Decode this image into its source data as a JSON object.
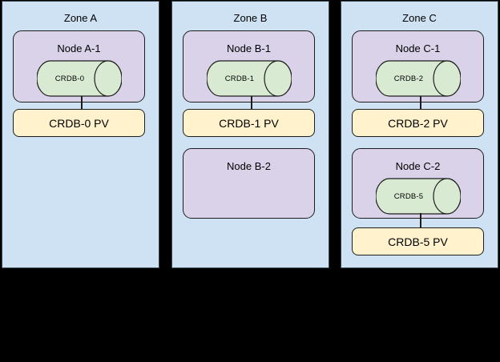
{
  "diagram": {
    "background_color": "#000000",
    "colors": {
      "zone_fill": "#cfe2f3",
      "zone_border": "#37474f",
      "node_fill": "#d9d2e9",
      "database_fill": "#d9ead3",
      "pv_fill": "#fff2cc",
      "shape_border": "#1d1d1d",
      "text": "#000000"
    },
    "zones": [
      {
        "title": "Zone A",
        "nodes": [
          {
            "title": "Node A-1",
            "database": "CRDB-0",
            "pv": "CRDB-0 PV"
          }
        ]
      },
      {
        "title": "Zone B",
        "nodes": [
          {
            "title": "Node B-1",
            "database": "CRDB-1",
            "pv": "CRDB-1 PV"
          },
          {
            "title": "Node B-2"
          }
        ]
      },
      {
        "title": "Zone C",
        "nodes": [
          {
            "title": "Node C-1",
            "database": "CRDB-2",
            "pv": "CRDB-2 PV"
          },
          {
            "title": "Node C-2",
            "database": "CRDB-5",
            "pv": "CRDB-5 PV"
          }
        ]
      }
    ]
  }
}
